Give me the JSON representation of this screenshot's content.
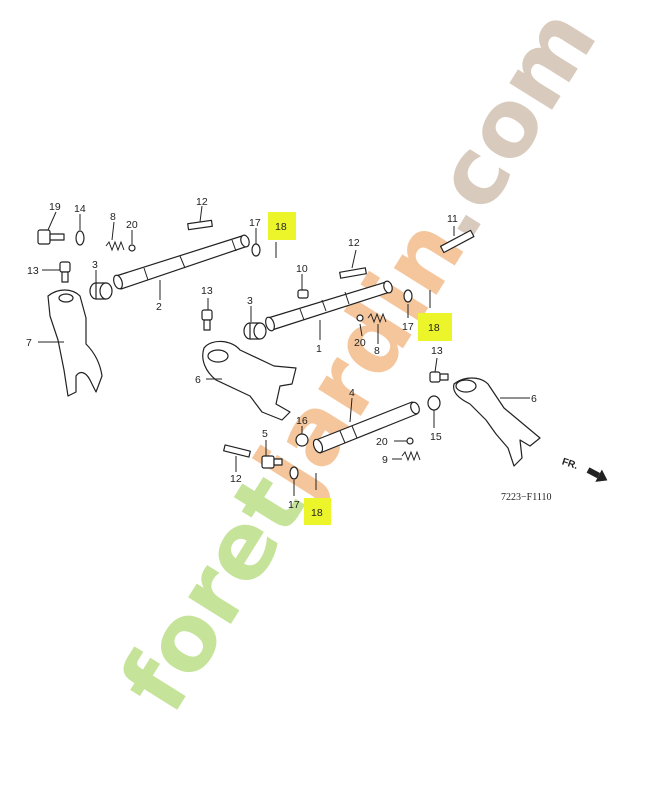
{
  "diagram": {
    "code": "7223−F1110",
    "direction": {
      "text": "FR."
    },
    "highlight_color": "#ecf52a",
    "labels": {
      "p19": "19",
      "p14": "14",
      "p8a": "8",
      "p20a": "20",
      "p12a": "12",
      "p17a": "17",
      "p18a": "18",
      "p13a": "13",
      "p3a": "3",
      "p7": "7",
      "p2": "2",
      "p12b": "12",
      "p10": "10",
      "p13b": "13",
      "p3b": "3",
      "p1": "1",
      "p20b": "20",
      "p8b": "8",
      "p17b": "17",
      "p18b": "18",
      "p11": "11",
      "p6a": "6",
      "p13c": "13",
      "p6b": "6",
      "p4": "4",
      "p15": "15",
      "p16": "16",
      "p5": "5",
      "p20c": "20",
      "p9": "9",
      "p12c": "12",
      "p17c": "17",
      "p18c": "18"
    }
  },
  "watermark": {
    "part1": "foret",
    "part2": "jardin",
    "part3": ".com",
    "colors": {
      "green": "#c6e39a",
      "orange": "#f5c69c",
      "brown": "#d8cbbd"
    }
  }
}
